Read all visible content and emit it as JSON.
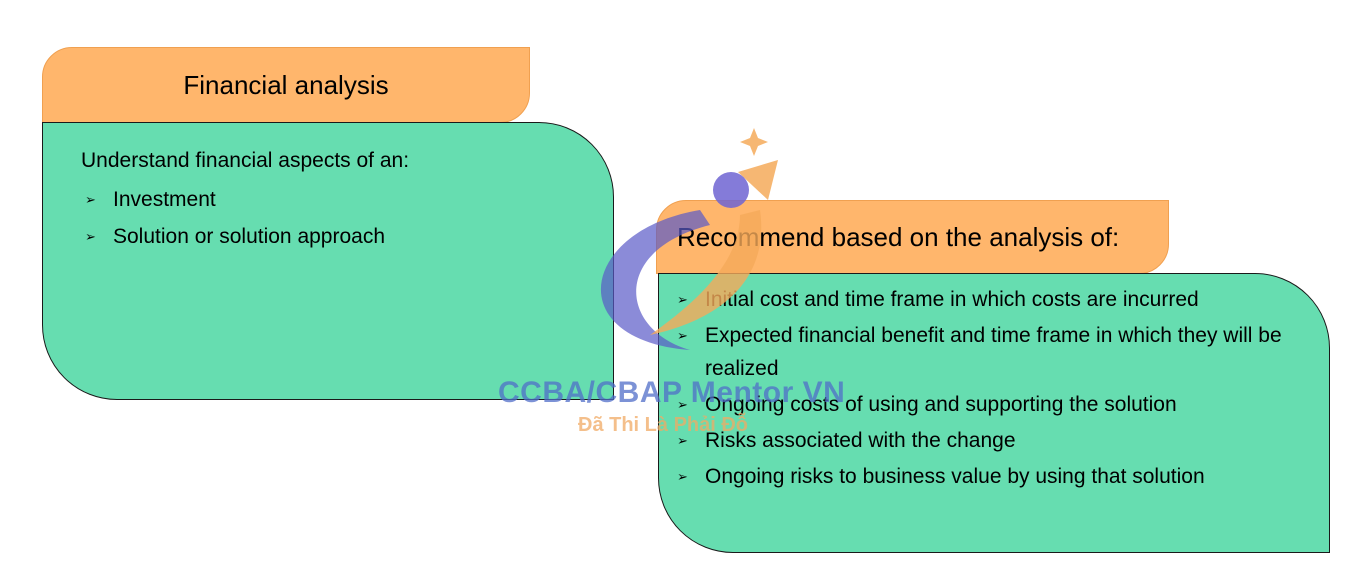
{
  "left_block": {
    "title": "Financial analysis",
    "intro": "Understand financial aspects of an:",
    "items": [
      "Investment",
      "Solution or solution approach"
    ]
  },
  "right_block": {
    "title": "Recommend based on the analysis of:",
    "items": [
      "Initial cost and time frame in which costs are incurred",
      "Expected financial benefit and time frame in which they will be realized",
      "Ongoing costs of using and supporting the solution",
      "Risks associated with the change",
      "Ongoing risks to business value by using that solution"
    ]
  },
  "watermark": {
    "brand": "CCBA/CBAP Mentor VN",
    "tagline": "Đã Thi Là Phải Đỗ"
  },
  "colors": {
    "tab": "#ffb66c",
    "panel": "#66ddb0",
    "watermark_blue": "#506ec8",
    "watermark_orange": "#f0aa64"
  }
}
